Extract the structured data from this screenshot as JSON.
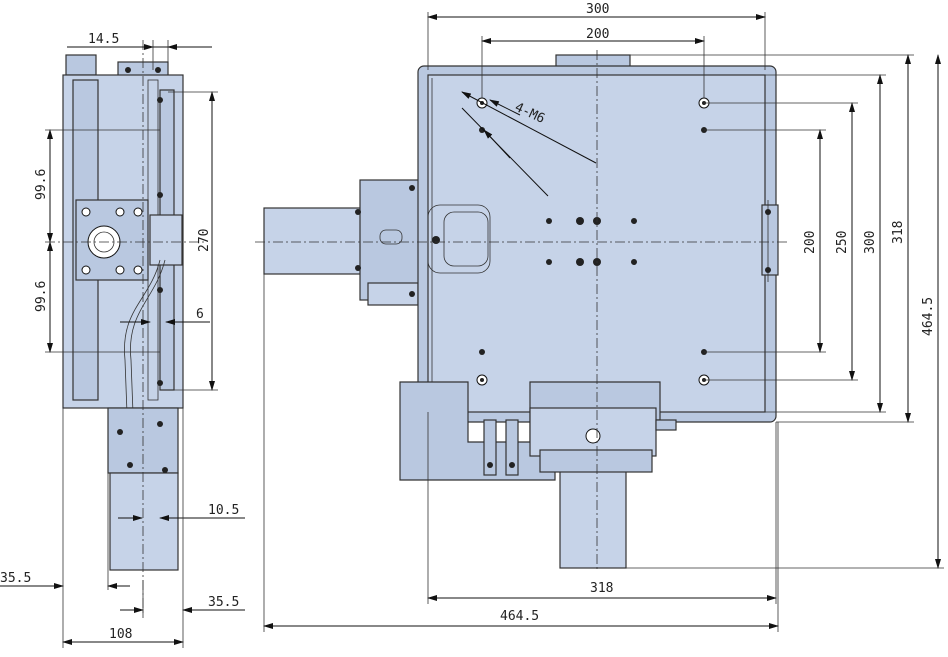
{
  "drawing": {
    "side_view_dims": {
      "top_offset": "14.5",
      "upper_half": "99.6",
      "lower_half": "99.6",
      "stroke": "270",
      "cable_offset": "6",
      "motor_offset": "10.5",
      "left_margin": "35.5",
      "right_margin": "35.5",
      "base_width": "108"
    },
    "top_view_dims": {
      "overall_width_top": "300",
      "hole_spacing_top": "200",
      "thread_callout": "4-M6",
      "hole_spacing_vert": "200",
      "pitch_250": "250",
      "height_300": "300",
      "height_318": "318",
      "overall_height": "464.5",
      "width_318": "318",
      "overall_width_bottom": "464.5"
    }
  }
}
